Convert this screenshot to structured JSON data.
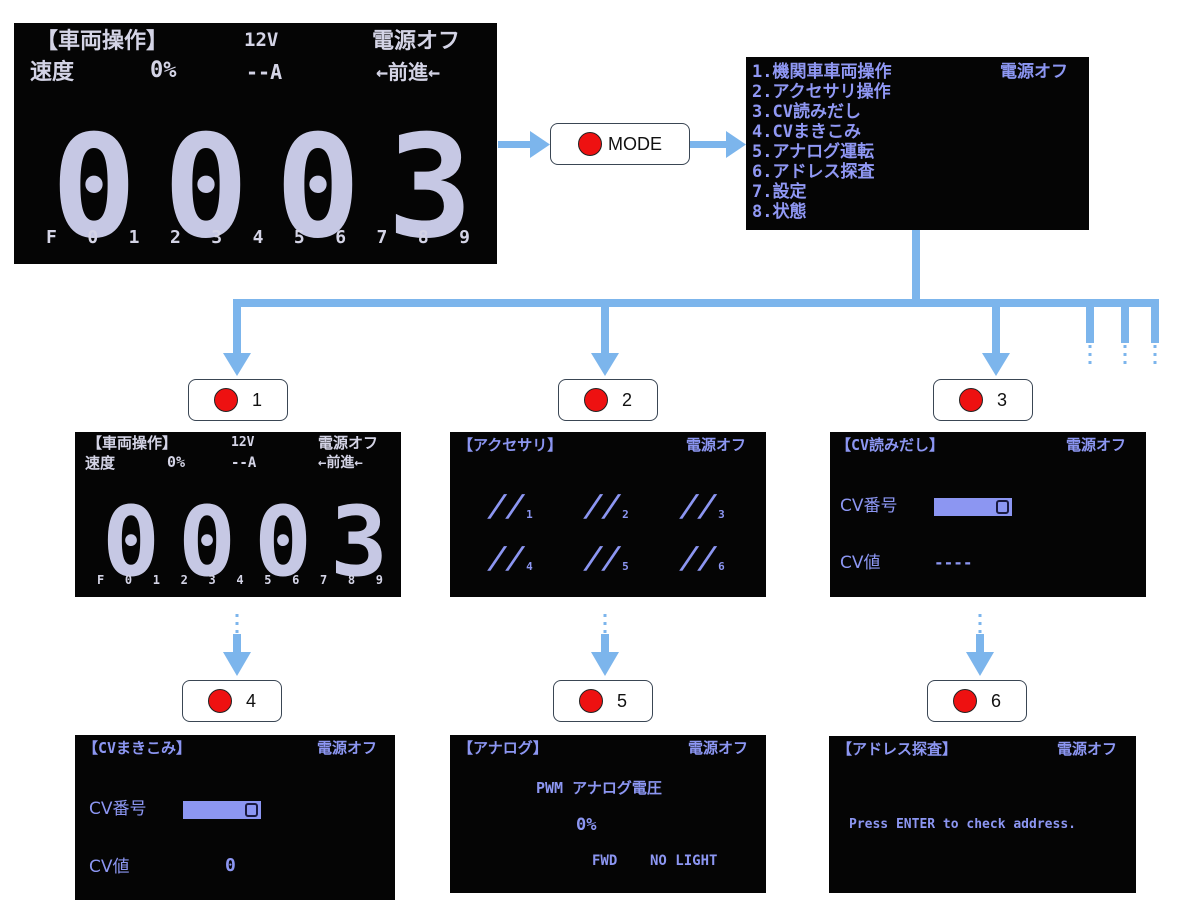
{
  "buttons": {
    "mode": {
      "label": "MODE"
    },
    "b1": {
      "label": "1"
    },
    "b2": {
      "label": "2"
    },
    "b3": {
      "label": "3"
    },
    "b4": {
      "label": "4"
    },
    "b5": {
      "label": "5"
    },
    "b6": {
      "label": "6"
    }
  },
  "main_screen": {
    "title": "【車両操作】",
    "voltage": "12V",
    "power": "電源オフ",
    "speed_label": "速度",
    "speed_value": "0%",
    "current": "--A",
    "direction": "←前進←",
    "address_digits": [
      "0",
      "0",
      "0",
      "3"
    ],
    "function_keys": [
      "F",
      "0",
      "1",
      "2",
      "3",
      "4",
      "5",
      "6",
      "7",
      "8",
      "9"
    ]
  },
  "menu_screen": {
    "power": "電源オフ",
    "items": [
      "1.機関車車両操作",
      "2.アクセサリ操作",
      "3.CV読みだし",
      "4.CVまきこみ",
      "5.アナログ運転",
      "6.アドレス探査",
      "7.設定",
      "8.状態"
    ]
  },
  "accessory_screen": {
    "title": "【アクセサリ】",
    "power": "電源オフ",
    "symbol": "//",
    "items": [
      "1",
      "2",
      "3",
      "4",
      "5",
      "6"
    ]
  },
  "cv_read_screen": {
    "title": "【CV読みだし】",
    "power": "電源オフ",
    "number_label": "CV番号",
    "value_label": "CV値",
    "value": "----"
  },
  "cv_write_screen": {
    "title": "【CVまきこみ】",
    "power": "電源オフ",
    "number_label": "CV番号",
    "value_label": "CV値",
    "value": "0"
  },
  "analog_screen": {
    "title": "【アナログ】",
    "power": "電源オフ",
    "mode_label": "PWM アナログ電圧",
    "level": "0%",
    "direction": "FWD",
    "light": "NO LIGHT"
  },
  "address_screen": {
    "title": "【アドレス探査】",
    "power": "電源オフ",
    "message": "Press ENTER to check address."
  },
  "colors": {
    "arrow": "#7cb5ec",
    "screen_bg": "#050505",
    "screen_blue": "#8c96f2",
    "led": "#ee1111"
  }
}
